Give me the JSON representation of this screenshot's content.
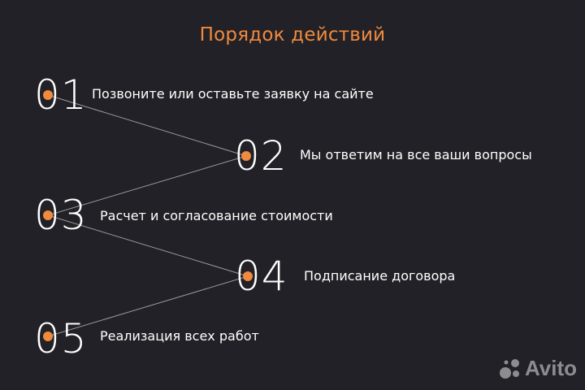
{
  "title": "Порядок действий",
  "steps": [
    {
      "number": "01",
      "label": "Позвоните или оставьте заявку на сайте"
    },
    {
      "number": "02",
      "label": "Мы ответим на все ваши вопросы"
    },
    {
      "number": "03",
      "label": "Расчет и согласование стоимости"
    },
    {
      "number": "04",
      "label": "Подписание договора"
    },
    {
      "number": "05",
      "label": "Реализация всех работ"
    }
  ],
  "colors": {
    "accent": "#f08a3e",
    "background": "#222127",
    "text": "#ffffff",
    "line": "#9a999d"
  },
  "logo": {
    "text": "Avito",
    "icon": "avito-dots-icon"
  }
}
